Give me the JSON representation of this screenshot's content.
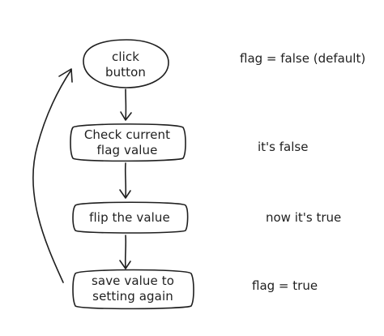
{
  "diagram": {
    "nodes": [
      {
        "id": "click",
        "shape": "ellipse",
        "lines": [
          "click",
          "button"
        ]
      },
      {
        "id": "check",
        "shape": "box",
        "lines": [
          "Check current",
          "flag value"
        ]
      },
      {
        "id": "flip",
        "shape": "box",
        "lines": [
          "flip the value"
        ]
      },
      {
        "id": "save",
        "shape": "box",
        "lines": [
          "save value to",
          "setting again"
        ]
      }
    ],
    "notes": [
      {
        "id": "note-1",
        "text": "flag = false (default)"
      },
      {
        "id": "note-2",
        "text": "it's false"
      },
      {
        "id": "note-3",
        "text": "now it's true"
      },
      {
        "id": "note-4",
        "text": "flag = true"
      }
    ],
    "colors": {
      "stroke": "#1f1f1f",
      "background": "#ffffff"
    }
  }
}
